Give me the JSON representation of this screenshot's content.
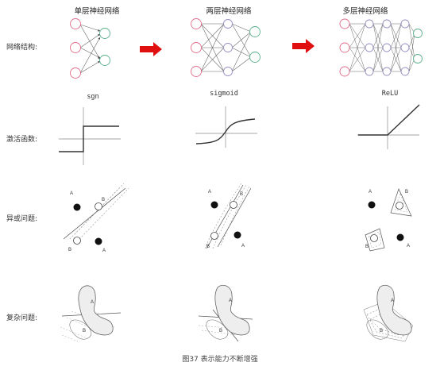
{
  "columns": [
    {
      "title": "单层神经网络",
      "function": "sgn"
    },
    {
      "title": "两层神经网络",
      "function": "sigmoid"
    },
    {
      "title": "多层神经网络",
      "function": "ReLU"
    }
  ],
  "rows": {
    "structure": "网络结构:",
    "activation": "激活函数:",
    "xor": "异或问题:",
    "complex": "复杂问题:"
  },
  "point_labels": {
    "a": "A",
    "b": "B"
  },
  "caption": "图37  表示能力不断增强",
  "colors": {
    "input_node": "#e26b8a",
    "hidden_node": "#9a8fc0",
    "output_node": "#5ab08c",
    "arrow": "#e01010"
  }
}
